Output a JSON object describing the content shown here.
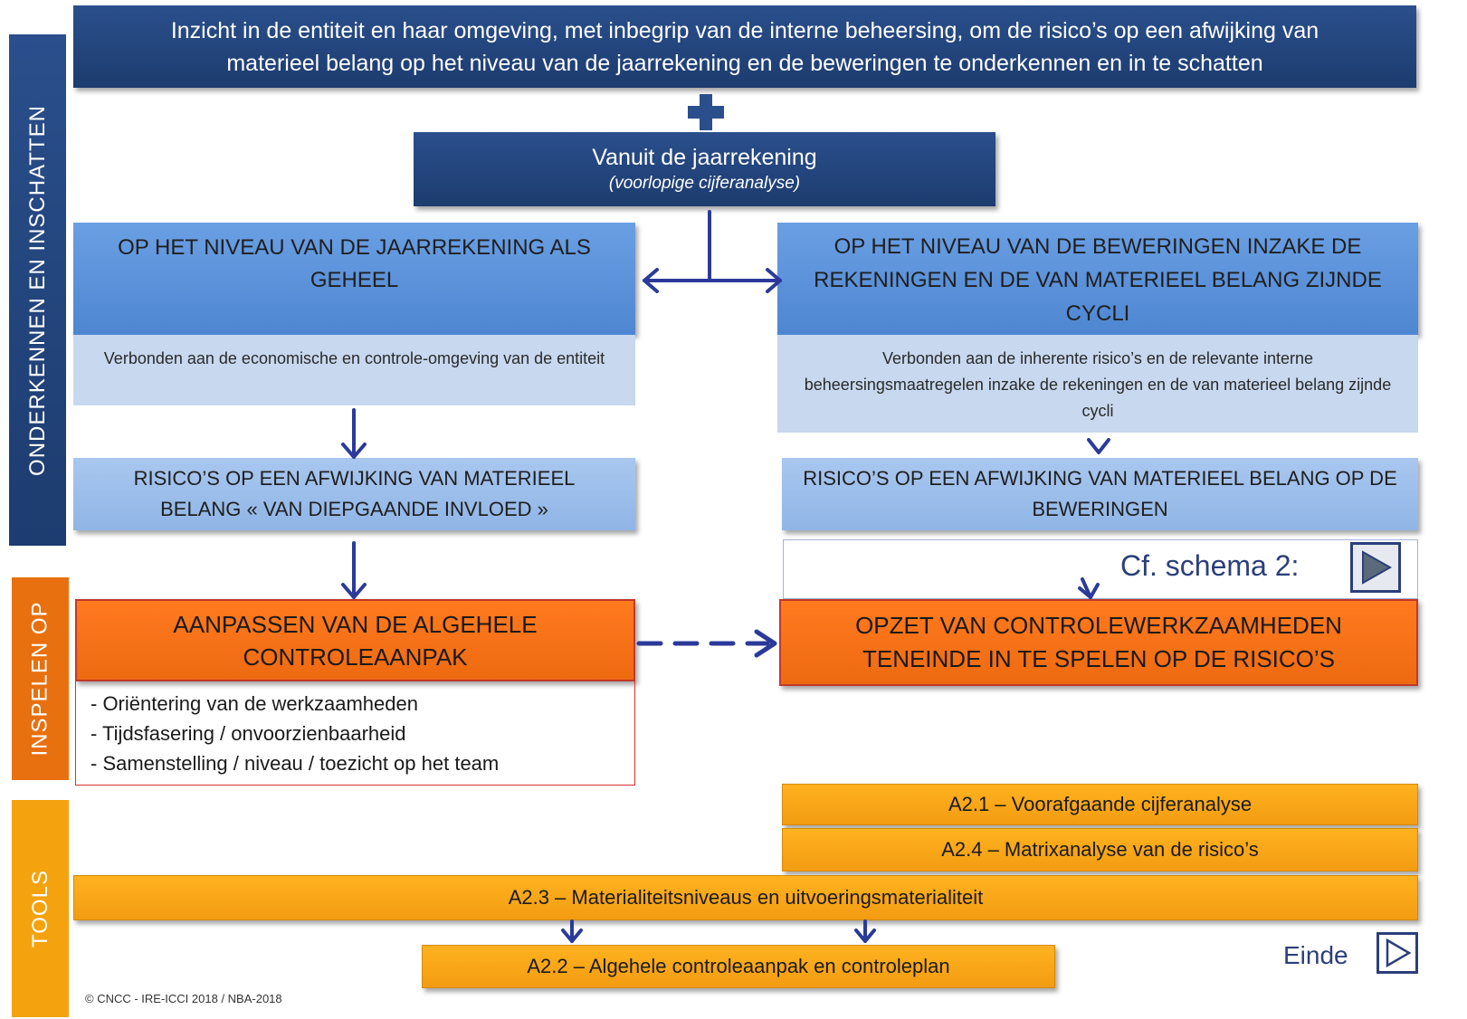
{
  "side_labels": {
    "identify": "ONDERKENNEN EN INSCHATTEN",
    "respond": "INSPELEN OP",
    "tools": "TOOLS"
  },
  "top_box": {
    "line1": "Inzicht in de entiteit en haar omgeving, met inbegrip van de interne beheersing, om de risico’s op een afwijking van",
    "line2": "materieel belang op het niveau van de jaarrekening en de beweringen te onderkennen en in te schatten"
  },
  "plus_symbol": "+",
  "from_fs": {
    "title": "Vanuit de jaarrekening",
    "subtitle": "(voorlopige cijferanalyse)"
  },
  "left": {
    "level": "OP HET NIVEAU VAN DE JAARREKENING ALS GEHEEL",
    "link": "Verbonden aan de economische en controle-omgeving van de entiteit",
    "risk": "RISICO’S OP EEN AFWIJKING VAN MATERIEEL BELANG « VAN DIEPGAANDE INVLOED »",
    "response": "AANPASSEN VAN DE ALGEHELE CONTROLEAANPAK",
    "bullets": [
      "- Oriëntering van de werkzaamheden",
      "- Tijdsfasering / onvoorzienbaarheid",
      "- Samenstelling / niveau / toezicht op het team"
    ]
  },
  "right": {
    "level": "OP HET NIVEAU VAN DE BEWERINGEN INZAKE DE REKENINGEN EN DE VAN MATERIEEL BELANG ZIJNDE CYCLI",
    "link": "Verbonden aan de inherente risico’s en de relevante interne beheersingsmaatregelen inzake de rekeningen en de van materieel belang zijnde cycli",
    "risk": "RISICO’S OP EEN AFWIJKING VAN MATERIEEL BELANG OP DE BEWERINGEN",
    "schema_ref": "Cf. schema 2:",
    "response": "OPZET VAN CONTROLEWERKZAAMHEDEN TENEINDE IN TE SPELEN OP DE RISICO’S"
  },
  "tools": {
    "a21": "A2.1 – Voorafgaande cijferanalyse",
    "a24": "A2.4 – Matrixanalyse van de risico’s",
    "a23": "A2.3 – Materialiteitsniveaus en uitvoeringsmaterialiteit",
    "a22": "A2.2 – Algehele controleaanpak en controleplan"
  },
  "footer": {
    "copyright": "© CNCC - IRE-ICCI 2018 / NBA-2018",
    "end_label": "Einde"
  },
  "colors": {
    "navy": "#1d3c6f",
    "blue": "#4e86d1",
    "pale_blue": "#c7d8ef",
    "light_blue": "#8fb5e6",
    "orange": "#ee6a10",
    "gold": "#f39c12",
    "arrow": "#2b3a9a"
  }
}
